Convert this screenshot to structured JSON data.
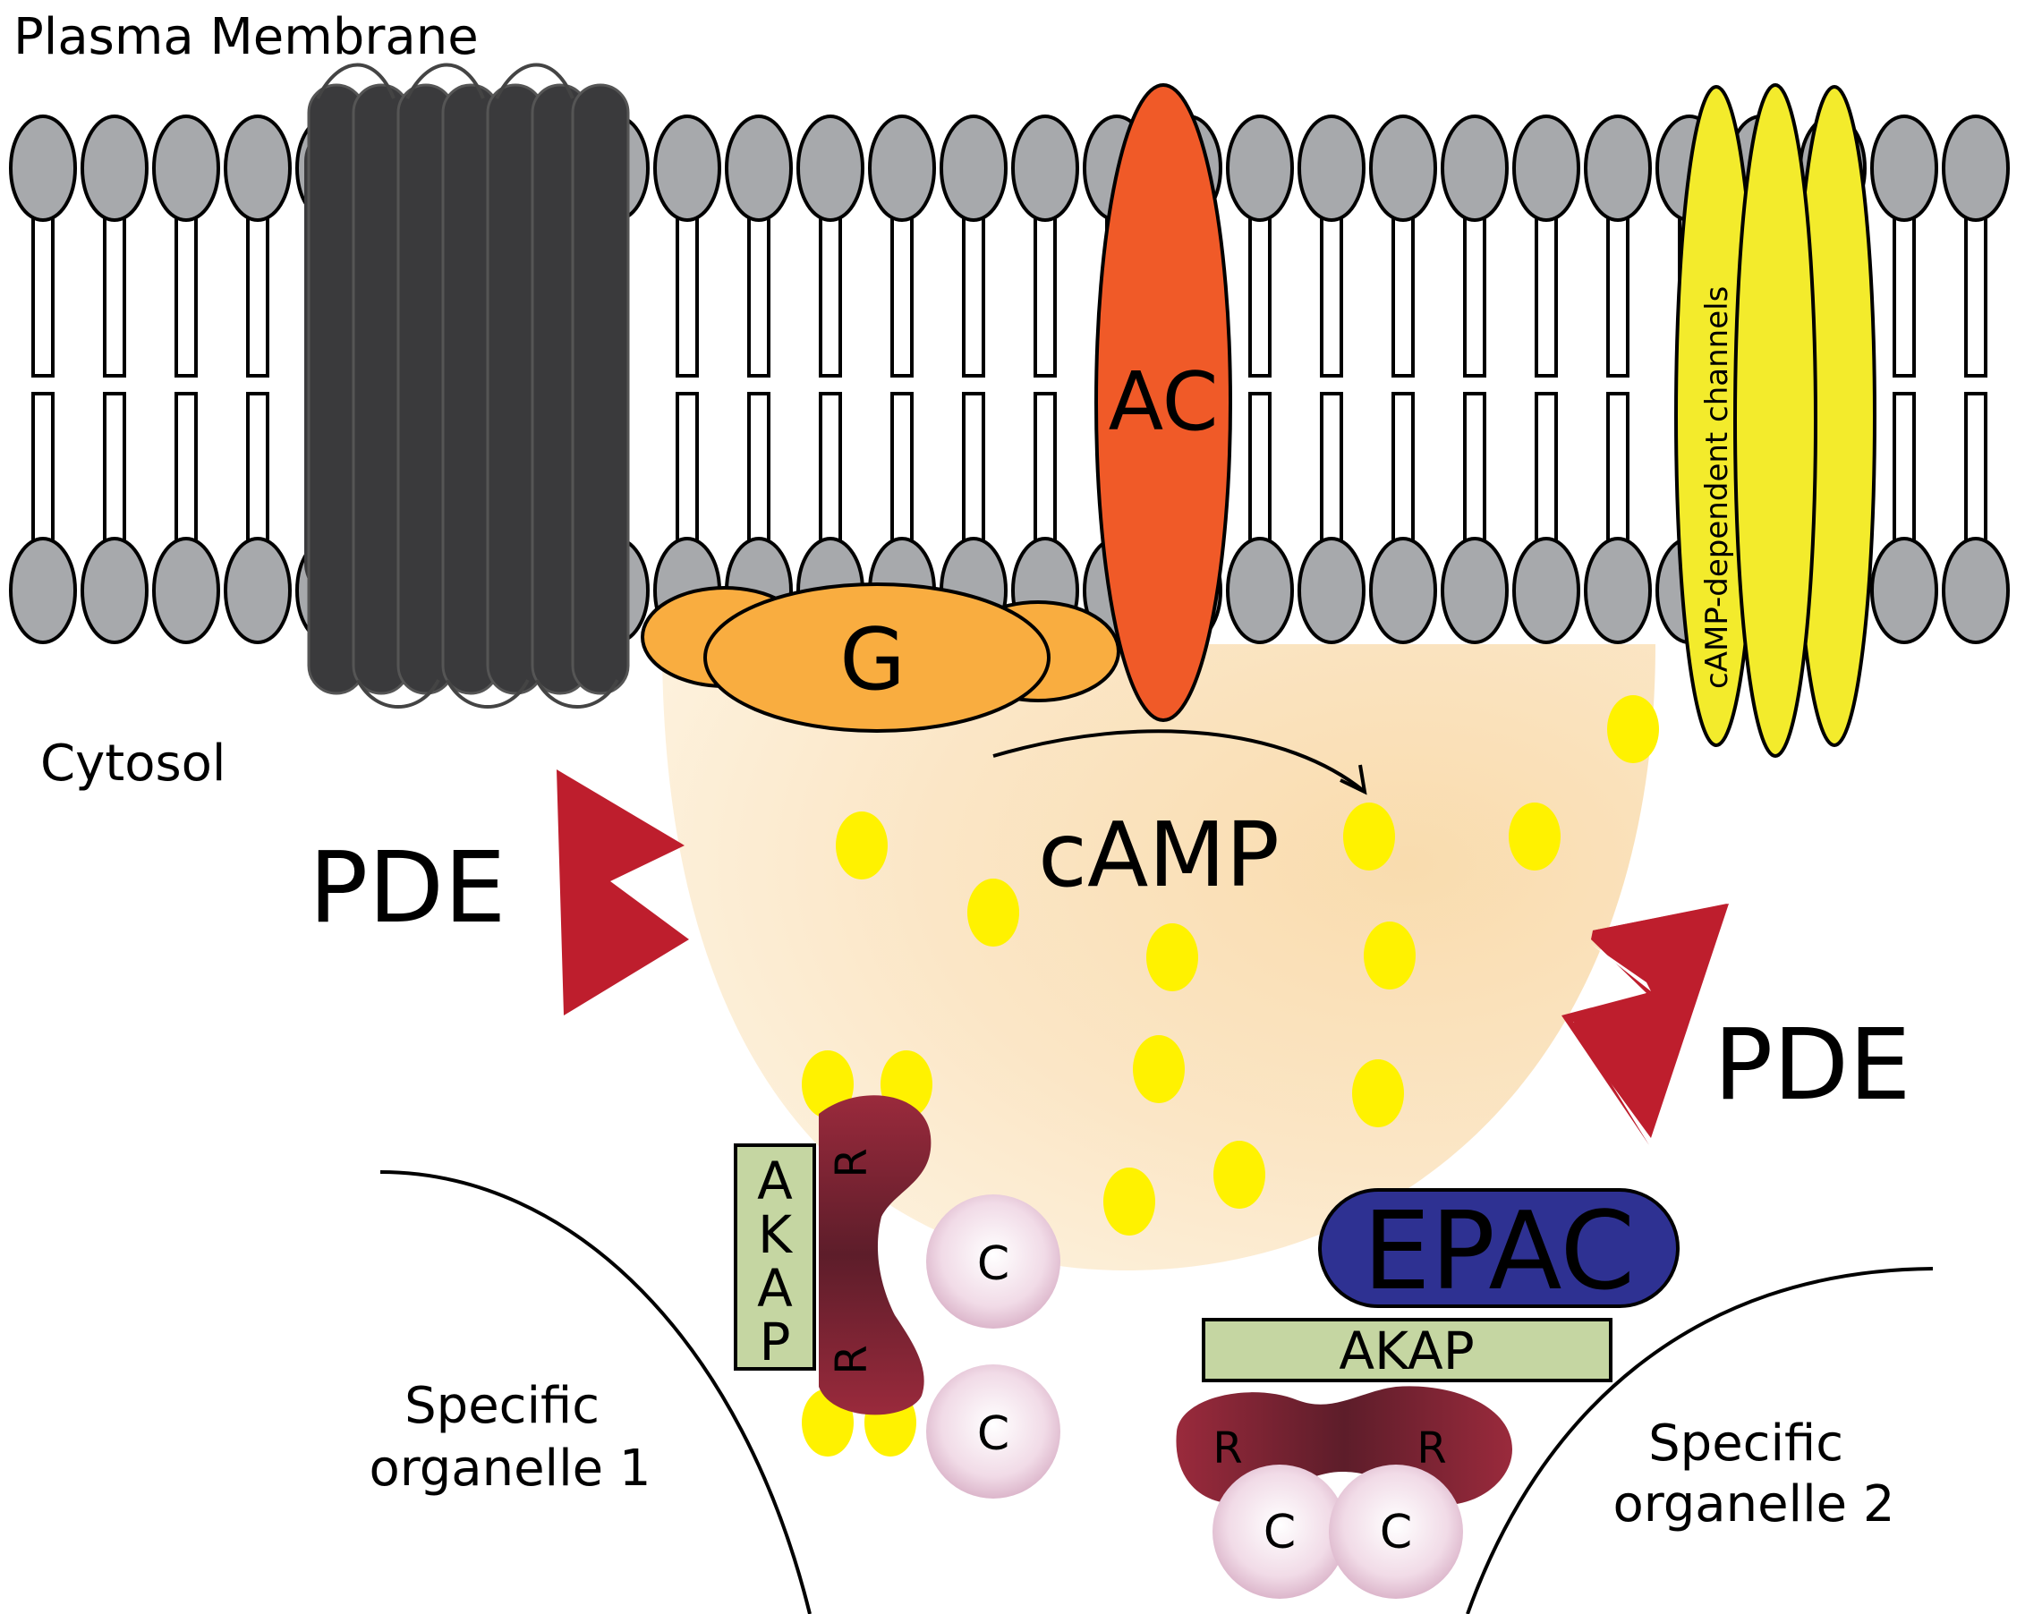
{
  "labels": {
    "plasma_membrane": "Plasma Membrane",
    "cytosol": "Cytosol",
    "ac": "AC",
    "g_protein": "G",
    "camp": "cAMP",
    "pde_left": "PDE",
    "pde_right": "PDE",
    "camp_channels": "cAMP-dependent channels",
    "akap_1": [
      "A",
      "K",
      "A",
      "P"
    ],
    "akap_2": "AKAP",
    "epac": "EPAC",
    "r": "R",
    "c": "C",
    "organelle_1": [
      "Specific",
      "organelle 1"
    ],
    "organelle_2": [
      "Specific",
      "organelle 2"
    ]
  },
  "colors": {
    "lipid_head": "#a7a9ac",
    "receptor": "#3a3a3c",
    "adenylyl_cyclase": "#f05a28",
    "g_protein": "#f9ad40",
    "camp_molecule": "#fff200",
    "channel": "#f3eb2c",
    "pde": "#be1e2d",
    "akap": "#c5d6a2",
    "epac": "#2e3192",
    "pka_regulatory": "#8b2535",
    "pka_catalytic": "#ecd3e1",
    "camp_cloud": "#fbe3bd"
  }
}
